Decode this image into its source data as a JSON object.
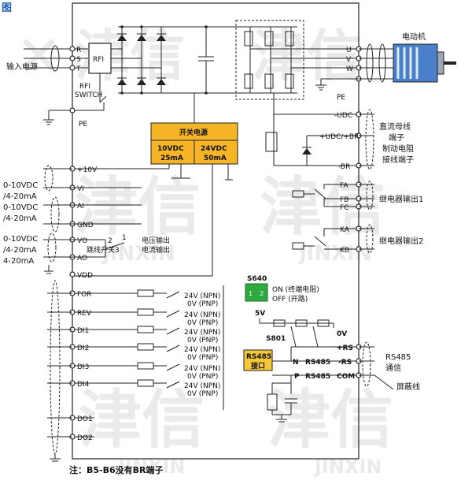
{
  "corner_label": "图",
  "watermark": {
    "brand": "津信",
    "latin": "JINXIN"
  },
  "left": {
    "input_power": "输入电源",
    "rfi": "RFI",
    "rfi_switch": "RFI\nSWITCH",
    "rfi_switch_l1": "RFI",
    "rfi_switch_l2": "SWITCH",
    "pe": "PE",
    "range_labels": [
      "0-10VDC",
      "/4-20mA",
      "0-10VDC",
      "/4-20mA",
      "0-10VDC",
      "/4-20mA",
      "4-20mA"
    ],
    "jumper_pos2": "2",
    "jumper_pos3": "3",
    "jumper_pos1": "1",
    "jumper_label": "跳线开关",
    "voltage_out": "电压输出",
    "current_out": "电流输出"
  },
  "terminals_left": {
    "R": "R",
    "S": "S",
    "T": "T",
    "p10v": "+10V",
    "VI": "VI",
    "AI": "AI",
    "GND": "GND",
    "VO": "VO",
    "AO": "AO",
    "VDD": "VDD",
    "FOR": "FOR",
    "REV": "REV",
    "DI1": "DI1",
    "DI2": "DI2",
    "DI3": "DI3",
    "DI4": "DI4",
    "DO1": "DO1",
    "DO2": "DO2"
  },
  "power_block": {
    "title": "开关电源",
    "v10": "10VDC",
    "v10_cur": "25mA",
    "v24": "24VDC",
    "v24_cur": "50mA"
  },
  "npn_pnp": {
    "line1": "24V (NPN)",
    "line2": "0V (PNP)"
  },
  "terminals_right": {
    "U": "U",
    "V": "V",
    "W": "W",
    "PE": "PE",
    "mUDC": "-UDC",
    "pUDC_BR": "+UDC/+BR",
    "mBR": "-BR",
    "FA": "FA",
    "FB": "FB",
    "FC": "FC",
    "KA": "KA",
    "KB": "KB",
    "pRS": "+RS",
    "mRS": "-RS",
    "COM": "COM"
  },
  "right_labels": {
    "motor": "电动机",
    "dc_bus": "直流母线",
    "terminal": "端子",
    "brake_resistor": "制动电阻",
    "wiring_terminal": "接线端子",
    "relay1": "继电器输出1",
    "relay2": "继电器输出2",
    "rs485": "RS485",
    "comm": "通信",
    "shield": "屏蔽线"
  },
  "comm_block": {
    "s640": "S640",
    "on": "ON (终端电阻)",
    "off": "OFF (开路)",
    "switch_1": "1",
    "switch_2": "2",
    "v5": "5V",
    "s801": "S801",
    "v0": "0V",
    "rs485_box_1": "RS485",
    "rs485_box_2": "接口",
    "N": "N",
    "P": "P",
    "rs485_n": "RS485",
    "rs485_p": "RS485",
    "colors": {
      "switch_green": "#2eaa3e",
      "power_yellow": "#f5b526",
      "rs485_yellow": "#f5c83a"
    }
  },
  "note": "注：B5-B6没有BR端子",
  "icons": [
    "motor-icon",
    "ground-icon",
    "diode-bridge-icon",
    "igbt-icon",
    "relay-icon",
    "rfi-filter-icon"
  ]
}
